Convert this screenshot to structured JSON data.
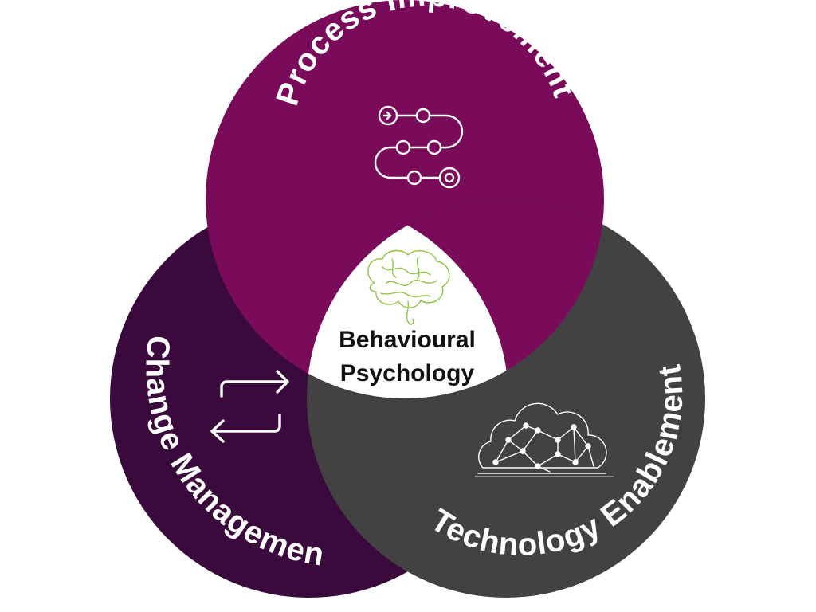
{
  "diagram": {
    "process": {
      "label": "Process Improvement",
      "color": "#7a0a5a",
      "icon": "process-flow-icon"
    },
    "change": {
      "label": "Change Management",
      "color": "#3a0a3c",
      "icon": "exchange-arrows-icon"
    },
    "technology": {
      "label": "Technology Enablement",
      "color": "#424242",
      "icon": "network-cloud-icon"
    },
    "center": {
      "line1": "Behavioural",
      "line2": "Psychology",
      "color": "#ffffff",
      "icon": "brain-icon",
      "icon_color": "#8cc63f"
    }
  }
}
